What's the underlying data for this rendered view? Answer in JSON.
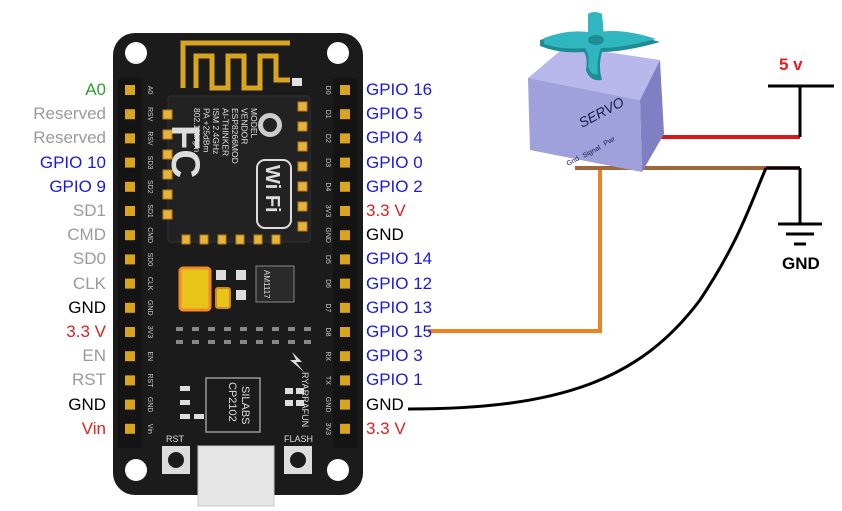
{
  "colors": {
    "analog": "#2e9e2e",
    "reserved": "#9a9a9a",
    "gpio": "#1a1adf",
    "power": "#e02020",
    "ground": "#000000",
    "board": "#1b1b1b",
    "wire_signal": "#f08020",
    "wire_power": "#d81818",
    "wire_ground_servo": "#a0683a",
    "servo_body": "#9a9ad8",
    "servo_horn": "#2aa8b0"
  },
  "left_pins": [
    {
      "label": "A0",
      "color": "analog"
    },
    {
      "label": "Reserved",
      "color": "reserved"
    },
    {
      "label": "Reserved",
      "color": "reserved"
    },
    {
      "label": "GPIO 10",
      "color": "gpio"
    },
    {
      "label": "GPIO 9",
      "color": "gpio"
    },
    {
      "label": "SD1",
      "color": "reserved"
    },
    {
      "label": "CMD",
      "color": "reserved"
    },
    {
      "label": "SD0",
      "color": "reserved"
    },
    {
      "label": "CLK",
      "color": "reserved"
    },
    {
      "label": "GND",
      "color": "ground"
    },
    {
      "label": "3.3 V",
      "color": "power"
    },
    {
      "label": "EN",
      "color": "reserved"
    },
    {
      "label": "RST",
      "color": "reserved"
    },
    {
      "label": "GND",
      "color": "ground"
    },
    {
      "label": "Vin",
      "color": "power"
    }
  ],
  "right_pins": [
    {
      "label": "GPIO 16",
      "color": "gpio"
    },
    {
      "label": "GPIO 5",
      "color": "gpio"
    },
    {
      "label": "GPIO 4",
      "color": "gpio"
    },
    {
      "label": "GPIO 0",
      "color": "gpio"
    },
    {
      "label": "GPIO 2",
      "color": "gpio"
    },
    {
      "label": "3.3 V",
      "color": "power"
    },
    {
      "label": "GND",
      "color": "ground"
    },
    {
      "label": "GPIO 14",
      "color": "gpio"
    },
    {
      "label": "GPIO 12",
      "color": "gpio"
    },
    {
      "label": "GPIO 13",
      "color": "gpio"
    },
    {
      "label": "GPIO 15",
      "color": "gpio"
    },
    {
      "label": "GPIO 3",
      "color": "gpio"
    },
    {
      "label": "GPIO 1",
      "color": "gpio"
    },
    {
      "label": "GND",
      "color": "ground"
    },
    {
      "label": "3.3 V",
      "color": "power"
    }
  ],
  "board": {
    "left_silk": [
      "A0",
      "RSV",
      "RSV",
      "SD3",
      "SD2",
      "SD1",
      "CMD",
      "SD0",
      "CLK",
      "GND",
      "3V3",
      "EN",
      "RST",
      "GND",
      "Vin"
    ],
    "right_silk": [
      "D0",
      "D1",
      "D2",
      "D3",
      "D4",
      "3V3",
      "GND",
      "D5",
      "D6",
      "D7",
      "D8",
      "RX",
      "TX",
      "GND",
      "3V3"
    ],
    "module_text": [
      "MODEL",
      "VENDOR",
      "ESP8266MOD",
      "AI-THINKER",
      "ISM 2.4GHz",
      "PA +25dBm",
      "802.11b/g/n"
    ],
    "fc_mark": "FC",
    "wifi_mark": "Wi Fi",
    "regulator": "AM1117",
    "usb_chip": [
      "SILABS",
      "CP2102"
    ],
    "brand": "RYARRAFUN",
    "rst_label": "RST",
    "flash_label": "FLASH"
  },
  "servo": {
    "label": "SERVO",
    "wire_labels": [
      "Gnd",
      "Signal",
      "Pwr"
    ]
  },
  "supply": {
    "voltage": "5 v",
    "ground": "GND"
  }
}
